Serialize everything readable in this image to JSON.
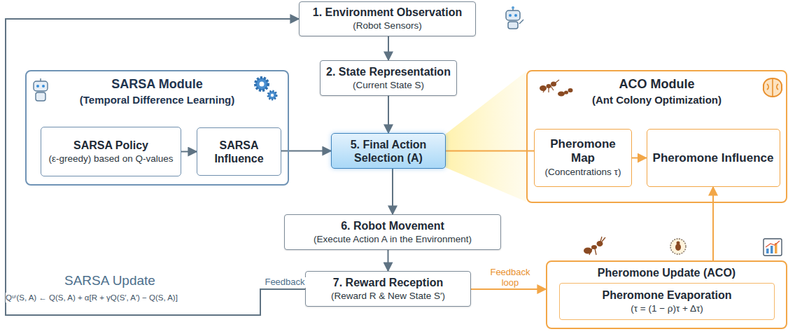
{
  "diagram": {
    "nodes": [
      {
        "text": [
          "1. Environment Observation",
          "(Robot Sensors)"
        ]
      },
      {
        "text": [
          "2. State Representation",
          "(Current State S)"
        ]
      },
      {
        "text": [
          "SARSA Module",
          "(Temporal Difference Learning)"
        ]
      },
      {
        "text": [
          "SARSA Policy",
          "(ε-greedy) based on Q-values"
        ],
        "in": 2
      },
      {
        "text": [
          "SARSA Influence"
        ],
        "in": 2
      },
      {
        "text": [
          "5. Final Action Selection (A)"
        ]
      },
      {
        "text": [
          "ACO Module",
          "(Ant Colony Optimization)"
        ]
      },
      {
        "text": [
          "Pheromone Map",
          "(Concentrations τ)"
        ],
        "in": 6
      },
      {
        "text": [
          "Pheromone Influence"
        ],
        "in": 6
      },
      {
        "text": [
          "6. Robot Movement",
          "(Execute Action A in the Environment)"
        ]
      },
      {
        "text": [
          "7. Reward Reception",
          "(Reward R & New State S′)"
        ]
      },
      {
        "text": [
          "Pheromone Update (ACO)"
        ]
      },
      {
        "text": [
          "Pheromone Evaporation",
          "(τ = (1 − ρ)τ + Δτ)"
        ],
        "in": 11
      }
    ],
    "edges": [
      {
        "from": 0,
        "to": 1,
        "arrow": "to"
      },
      {
        "from": 1,
        "to": 5,
        "arrow": "to"
      },
      {
        "from": 3,
        "to": 4,
        "arrow": "to"
      },
      {
        "from": 4,
        "to": 5,
        "arrow": "to"
      },
      {
        "from": 5,
        "to": 7,
        "arrow": "none"
      },
      {
        "from": 7,
        "to": 8,
        "arrow": "to"
      },
      {
        "from": 5,
        "to": 9,
        "arrow": "to"
      },
      {
        "from": 9,
        "to": 10,
        "arrow": "to"
      },
      {
        "from": 10,
        "to": 0,
        "label": "Feedback",
        "arrow": "to"
      },
      {
        "from": 10,
        "to": 11,
        "label": "Feedback loop",
        "arrow": "to"
      },
      {
        "from": 11,
        "to": 8,
        "arrow": "to"
      }
    ],
    "labels": [
      "SARSA Update",
      "Qᵘⁱ(S, A) ← Q(S, A) + α[R + γQ(S′, A′) − Q(S, A)]"
    ]
  }
}
